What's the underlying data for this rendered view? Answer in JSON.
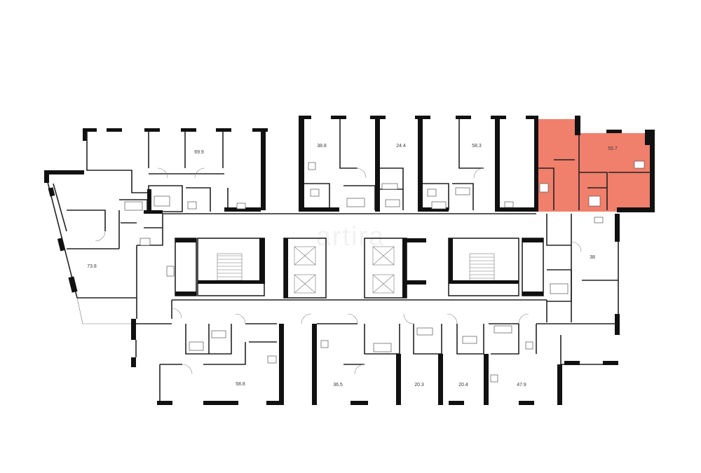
{
  "watermark": "artira",
  "highlight_color": "#f07f6c",
  "units": [
    {
      "id": "unit-69-9",
      "area": "69.9",
      "highlighted": false
    },
    {
      "id": "unit-38-8",
      "area": "38.8",
      "highlighted": false
    },
    {
      "id": "unit-24-4",
      "area": "24.4",
      "highlighted": false
    },
    {
      "id": "unit-58-3",
      "area": "58.3",
      "highlighted": false
    },
    {
      "id": "unit-55-7",
      "area": "55.7",
      "highlighted": true
    },
    {
      "id": "unit-73-8",
      "area": "73.8",
      "highlighted": false
    },
    {
      "id": "unit-38",
      "area": "38",
      "highlighted": false
    },
    {
      "id": "unit-58-8",
      "area": "58.8",
      "highlighted": false
    },
    {
      "id": "unit-36-5",
      "area": "36.5",
      "highlighted": false
    },
    {
      "id": "unit-20-3",
      "area": "20.3",
      "highlighted": false
    },
    {
      "id": "unit-20-4",
      "area": "20.4",
      "highlighted": false
    },
    {
      "id": "unit-47-9",
      "area": "47.9",
      "highlighted": false
    }
  ]
}
